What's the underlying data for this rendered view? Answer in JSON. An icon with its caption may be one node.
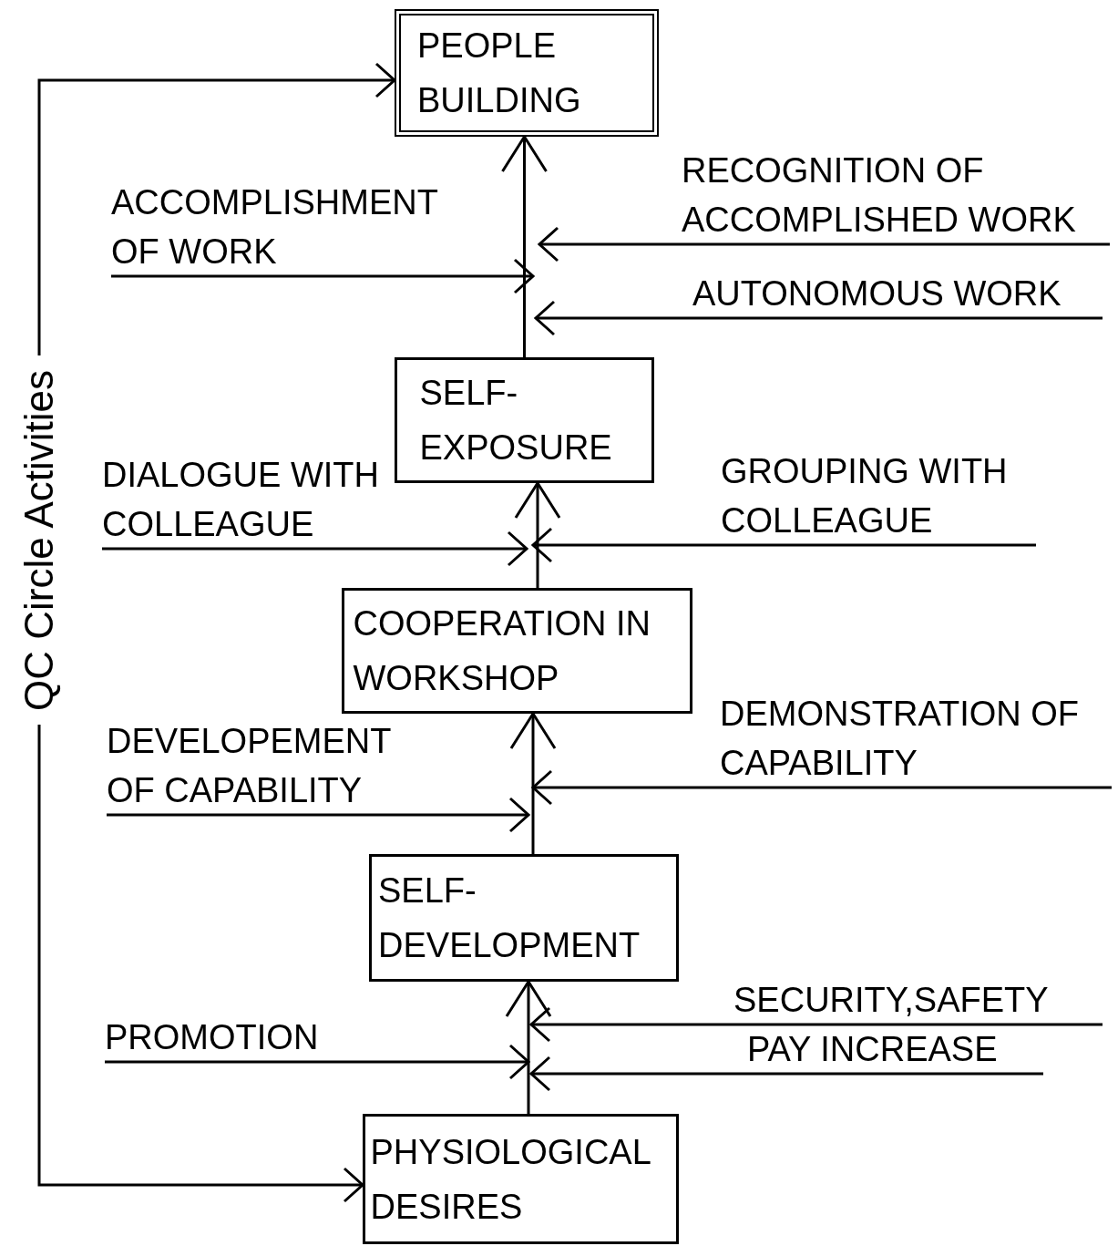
{
  "diagram": {
    "nodes": [
      {
        "text": [
          "PEOPLE BUILDING"
        ]
      },
      {
        "text": [
          "SELF-EXPOSURE"
        ]
      },
      {
        "text": [
          "COOPERATION IN WORKSHOP"
        ]
      },
      {
        "text": [
          "SELF-DEVELOPMENT"
        ]
      },
      {
        "text": [
          "PHYSIOLOGICAL DESIRES"
        ]
      },
      {
        "text": [
          "QC Circle Activities"
        ]
      },
      {
        "text": [
          "ACCOMPLISHMENT OF WORK"
        ]
      },
      {
        "text": [
          "RECOGNITION OF ACCOMPLISHED WORK"
        ]
      },
      {
        "text": [
          "AUTONOMOUS WORK"
        ]
      },
      {
        "text": [
          "DIALOGUE WITH COLLEAGUE"
        ]
      },
      {
        "text": [
          "GROUPING WITH COLLEAGUE"
        ]
      },
      {
        "text": [
          "DEVELOPEMENT OF CAPABILITY"
        ]
      },
      {
        "text": [
          "DEMONSTRATION OF CAPABILITY"
        ]
      },
      {
        "text": [
          "PROMOTION"
        ]
      },
      {
        "text": [
          "SECURITY,SAFETY"
        ]
      },
      {
        "text": [
          "PAY INCREASE"
        ]
      }
    ],
    "edges": [
      {
        "from": 5,
        "to": 0,
        "arrow": "to"
      },
      {
        "from": 5,
        "to": 4,
        "arrow": "to"
      },
      {
        "from": 1,
        "to": 0,
        "arrow": "to"
      },
      {
        "from": 2,
        "to": 1,
        "arrow": "to"
      },
      {
        "from": 3,
        "to": 2,
        "arrow": "to"
      },
      {
        "from": 4,
        "to": 3,
        "arrow": "to"
      },
      {
        "from": 6,
        "to": null,
        "arrow": "to"
      },
      {
        "from": 7,
        "to": null,
        "arrow": "to"
      },
      {
        "from": 8,
        "to": null,
        "arrow": "to"
      },
      {
        "from": 9,
        "to": null,
        "arrow": "to"
      },
      {
        "from": 10,
        "to": null,
        "arrow": "to"
      },
      {
        "from": 11,
        "to": null,
        "arrow": "to"
      },
      {
        "from": 12,
        "to": null,
        "arrow": "to"
      },
      {
        "from": 13,
        "to": null,
        "arrow": "to"
      },
      {
        "from": 14,
        "to": null,
        "arrow": "to"
      },
      {
        "from": 15,
        "to": null,
        "arrow": "to"
      }
    ]
  }
}
